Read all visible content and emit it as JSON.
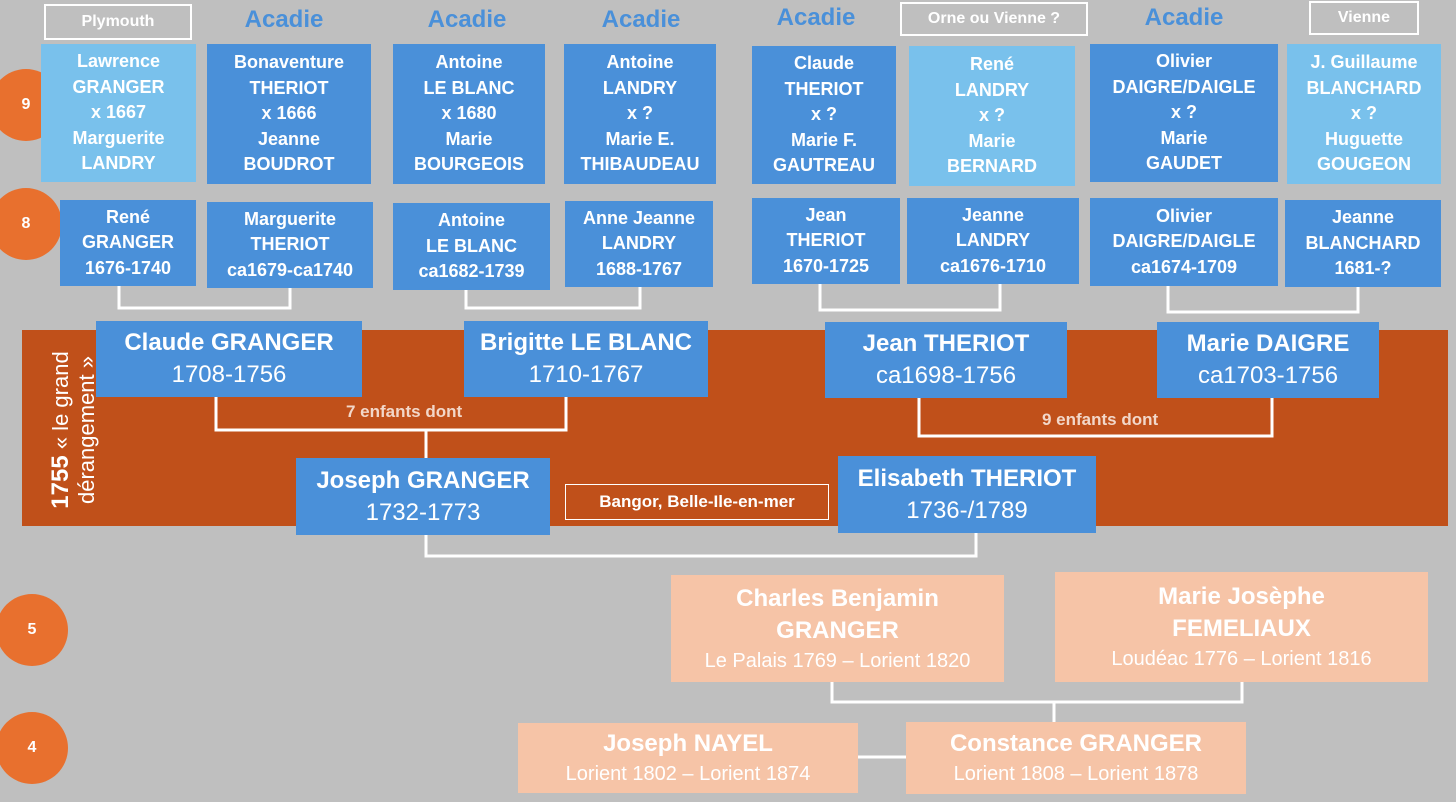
{
  "origins": {
    "plymouth": "Plymouth",
    "acadie1": "Acadie",
    "acadie2": "Acadie",
    "acadie3": "Acadie",
    "acadie4": "Acadie",
    "orne": "Orne ou Vienne ?",
    "acadie5": "Acadie",
    "vienne": "Vienne"
  },
  "generations": {
    "g9": "9",
    "g8": "8",
    "g5": "5",
    "g4": "4"
  },
  "gen9": [
    {
      "l1": "Lawrence",
      "l2": "GRANGER",
      "l3": "x 1667",
      "l4": "Marguerite",
      "l5": "LANDRY"
    },
    {
      "l1": "Bonaventure",
      "l2": "THERIOT",
      "l3": "x 1666",
      "l4": "Jeanne",
      "l5": "BOUDROT"
    },
    {
      "l1": "Antoine",
      "l2": "LE BLANC",
      "l3": "x 1680",
      "l4": "Marie",
      "l5": "BOURGEOIS"
    },
    {
      "l1": "Antoine",
      "l2": "LANDRY",
      "l3": "x ?",
      "l4": "Marie E.",
      "l5": "THIBAUDEAU"
    },
    {
      "l1": "Claude",
      "l2": "THERIOT",
      "l3": "x ?",
      "l4": "Marie F.",
      "l5": "GAUTREAU"
    },
    {
      "l1": "René",
      "l2": "LANDRY",
      "l3": "x ?",
      "l4": "Marie",
      "l5": "BERNARD"
    },
    {
      "l1": "Olivier",
      "l2": "DAIGRE/DAIGLE",
      "l3": "x ?",
      "l4": "Marie",
      "l5": "GAUDET"
    },
    {
      "l1": "J. Guillaume",
      "l2": "BLANCHARD",
      "l3": "x ?",
      "l4": "Huguette",
      "l5": "GOUGEON"
    }
  ],
  "gen8": [
    {
      "l1": "René",
      "l2": "GRANGER",
      "l3": "1676-1740"
    },
    {
      "l1": "Marguerite",
      "l2": "THERIOT",
      "l3": "ca1679-ca1740"
    },
    {
      "l1": "Antoine",
      "l2": "LE BLANC",
      "l3": "ca1682-1739"
    },
    {
      "l1": "Anne Jeanne",
      "l2": "LANDRY",
      "l3": "1688-1767"
    },
    {
      "l1": "Jean",
      "l2": "THERIOT",
      "l3": "1670-1725"
    },
    {
      "l1": "Jeanne",
      "l2": "LANDRY",
      "l3": "ca1676-1710"
    },
    {
      "l1": "Olivier",
      "l2": "DAIGRE/DAIGLE",
      "l3": "ca1674-1709"
    },
    {
      "l1": "Jeanne",
      "l2": "BLANCHARD",
      "l3": "1681-?"
    }
  ],
  "gen7": [
    {
      "name": "Claude GRANGER",
      "dates": "1708-1756"
    },
    {
      "name": "Brigitte LE BLANC",
      "dates": "1710-1767"
    },
    {
      "name": "Jean THERIOT",
      "dates": "ca1698-1756"
    },
    {
      "name": "Marie DAIGRE",
      "dates": "ca1703-1756"
    }
  ],
  "notes": {
    "left": "7 enfants dont",
    "right": "9 enfants dont",
    "bangor": "Bangor, Belle-Ile-en-mer"
  },
  "band_label": {
    "year": "1755",
    "text1": "« le grand",
    "text2": "dérangement »"
  },
  "gen6": [
    {
      "name": "Joseph GRANGER",
      "dates": "1732-1773"
    },
    {
      "name": "Elisabeth THERIOT",
      "dates": "1736-/1789"
    }
  ],
  "gen5": [
    {
      "l1": "Charles Benjamin",
      "l2": "GRANGER",
      "l3": "Le Palais 1769 – Lorient 1820"
    },
    {
      "l1": "Marie Josèphe",
      "l2": "FEMELIAUX",
      "l3": "Loudéac 1776 – Lorient 1816"
    }
  ],
  "gen4": [
    {
      "name": "Joseph NAYEL",
      "dates": "Lorient 1802 – Lorient 1874"
    },
    {
      "name": "Constance GRANGER",
      "dates": "Lorient 1808 – Lorient 1878"
    }
  ]
}
